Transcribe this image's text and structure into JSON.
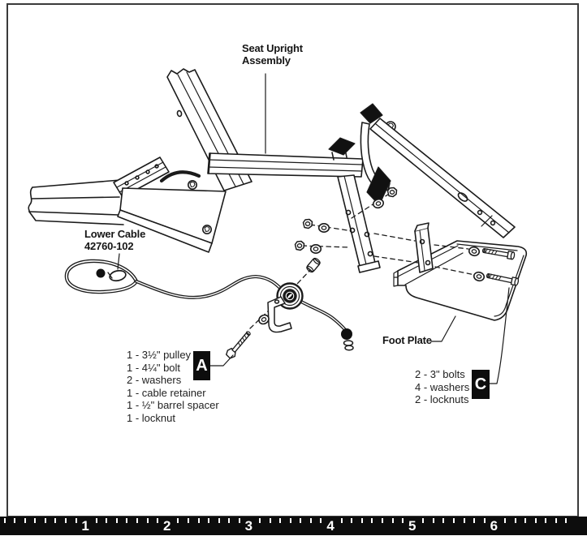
{
  "figure": {
    "labels": {
      "seat_upright": {
        "line1": "Seat Upright",
        "line2": "Assembly"
      },
      "lower_cable": {
        "line1": "Lower Cable",
        "line2": "42760-102"
      },
      "foot_plate": "Foot Plate"
    },
    "callouts": {
      "a": "A",
      "c": "C"
    },
    "parts_a": {
      "items": [
        "1 - 3½\" pulley",
        "1 - 4¼\" bolt",
        "2 - washers",
        "1 - cable retainer",
        "1 - ½\" barrel spacer",
        "1 - locknut"
      ]
    },
    "parts_c": {
      "items": [
        "2 - 3\" bolts",
        "4 - washers",
        "2 - locknuts"
      ]
    }
  },
  "ruler": {
    "numbers": [
      "1",
      "2",
      "3",
      "4",
      "5",
      "6"
    ]
  },
  "colors": {
    "ink": "#1b1b1b",
    "ruler_bar": "#0d0d0d",
    "badge_bg": "#0d0d0d",
    "paper": "#ffffff"
  }
}
